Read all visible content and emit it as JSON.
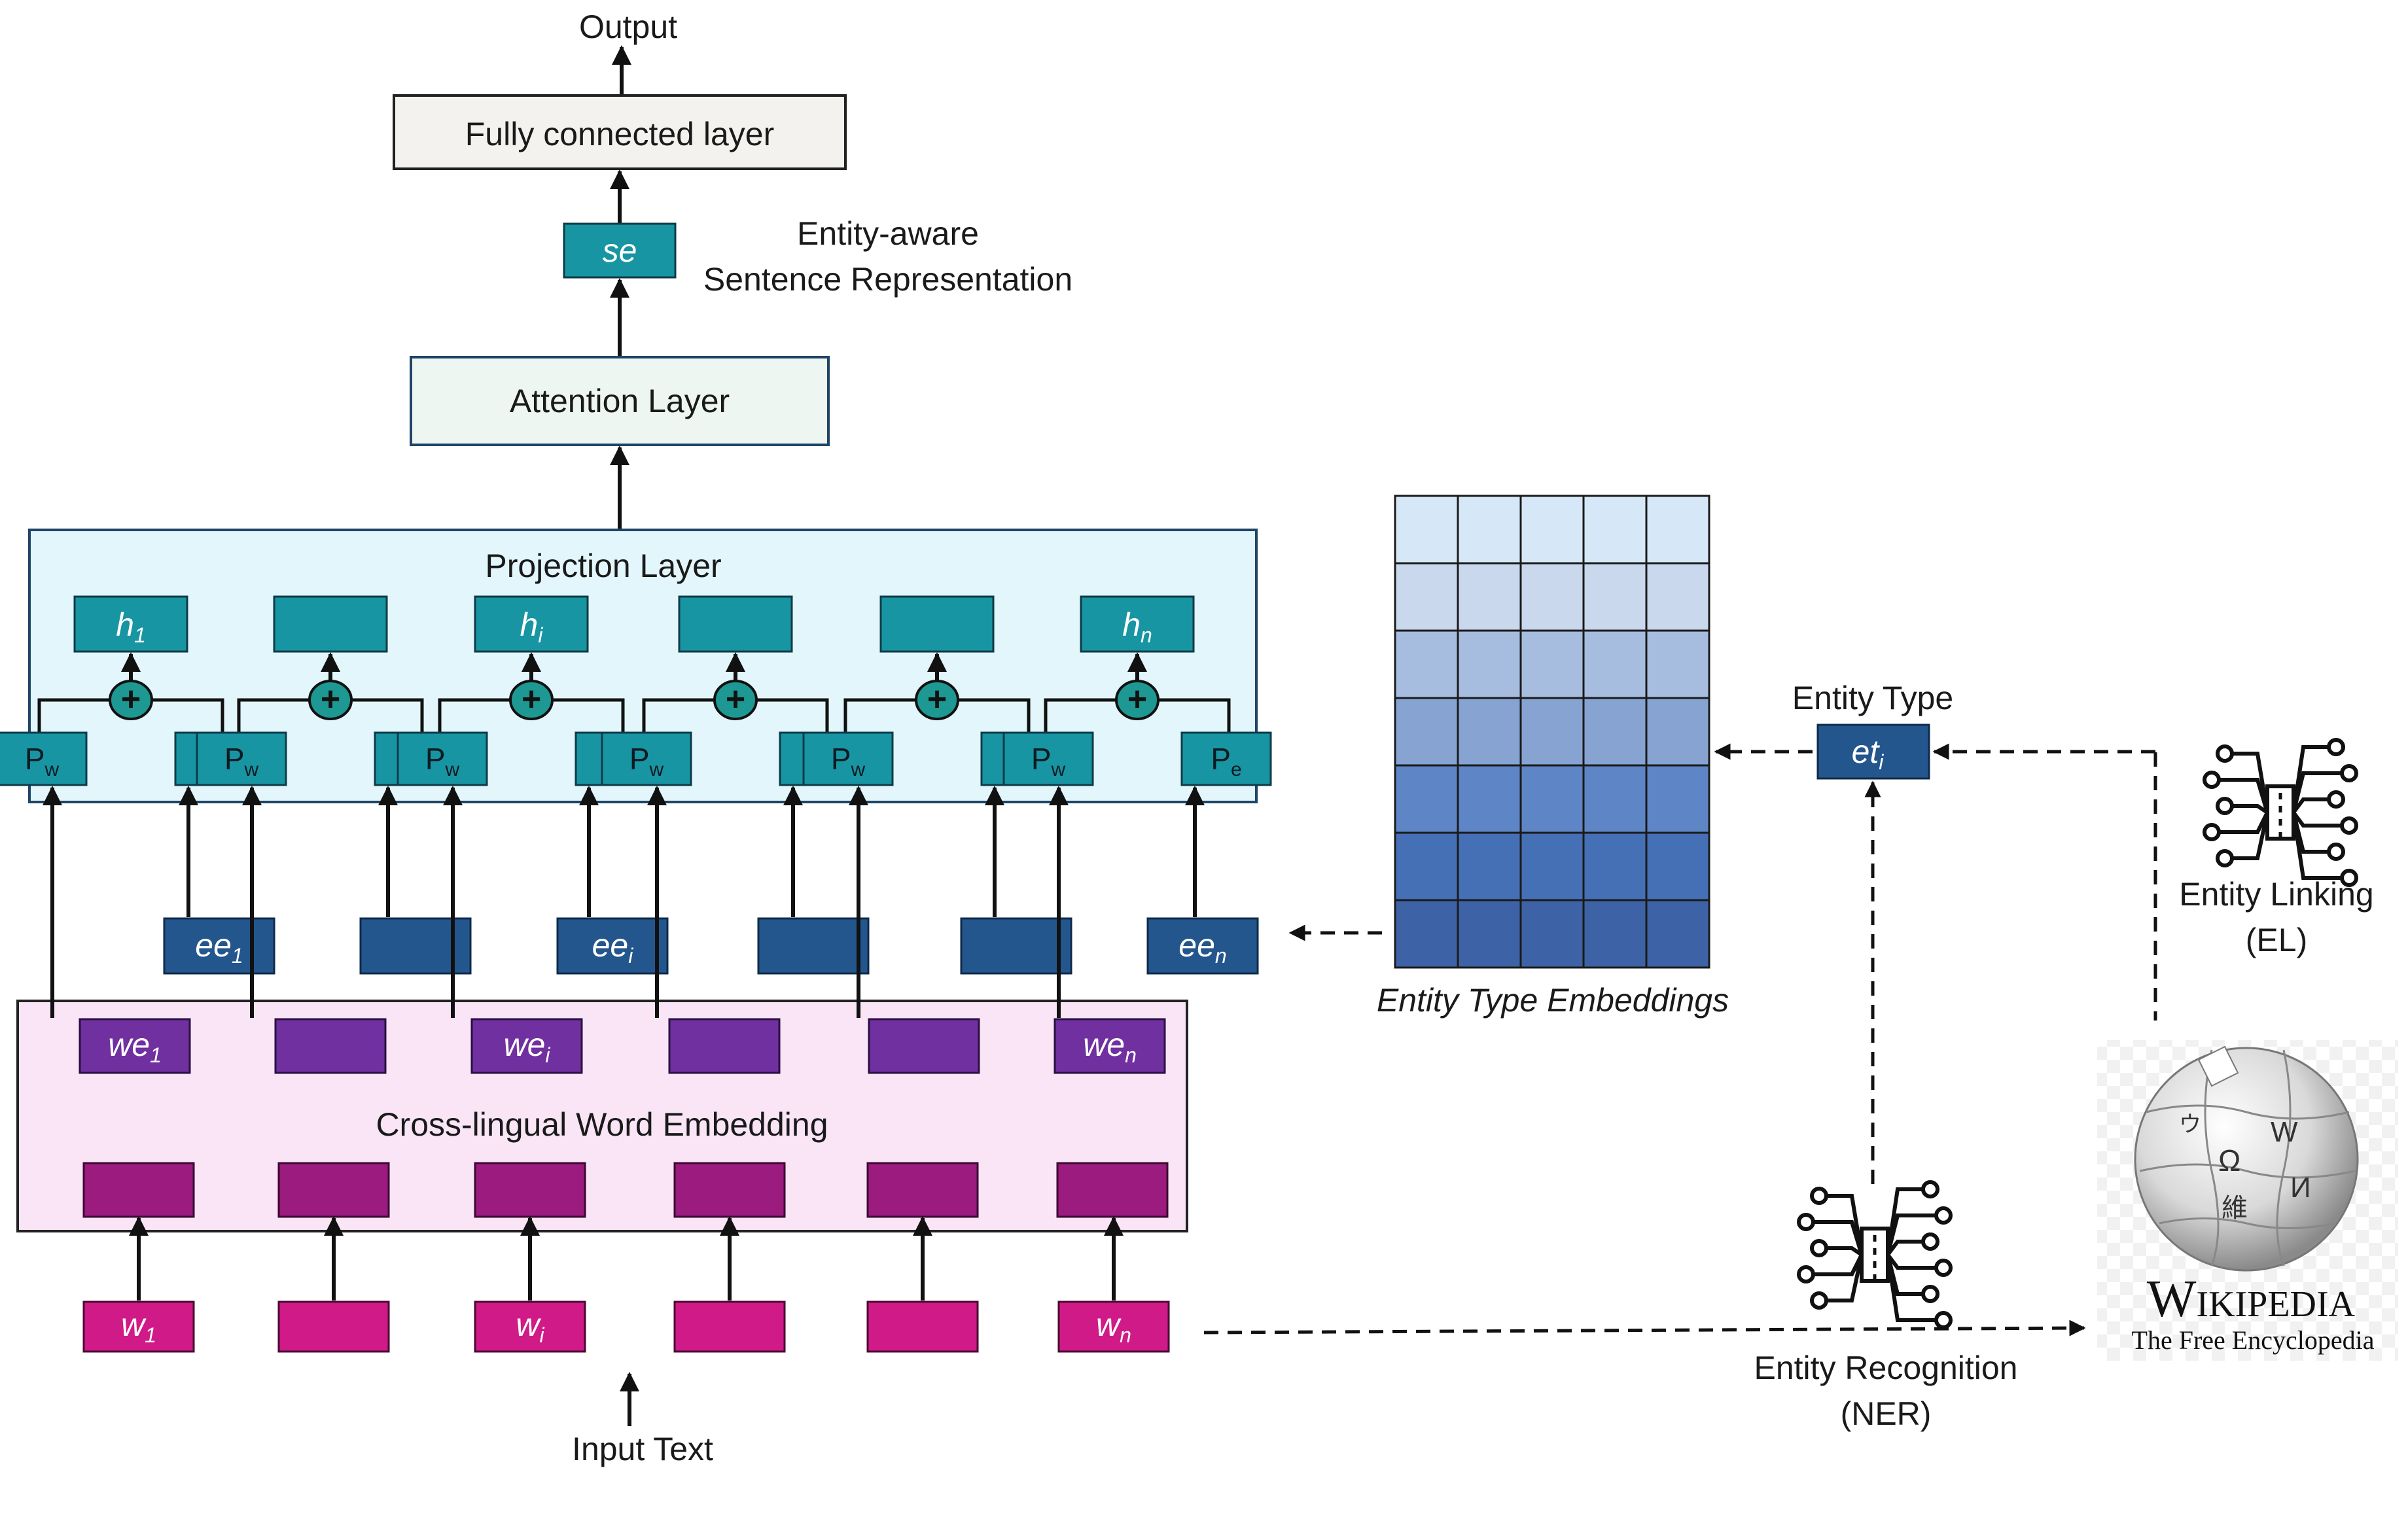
{
  "labels": {
    "output": "Output",
    "fully_connected": "Fully connected layer",
    "se": "se",
    "entity_aware_1": "Entity-aware",
    "entity_aware_2": "Sentence Representation",
    "attention": "Attention Layer",
    "projection": "Projection Layer",
    "cross_lingual": "Cross-lingual Word Embedding",
    "input_text": "Input Text",
    "entity_type": "Entity Type",
    "entity_type_embeddings": "Entity Type Embeddings",
    "entity_linking_1": "Entity Linking",
    "entity_linking_2": "(EL)",
    "entity_recognition_1": "Entity Recognition",
    "entity_recognition_2": "(NER)",
    "wikipedia_title": "Wikipedia",
    "wikipedia_subtitle": "The Free Encyclopedia",
    "plus": "+"
  },
  "symbols": {
    "h": "h",
    "ee": "ee",
    "we": "we",
    "w": "w",
    "et": "et",
    "sub_1": "1",
    "sub_i": "i",
    "sub_n": "n",
    "P": "P",
    "sub_w": "w",
    "sub_e": "e"
  },
  "colors": {
    "teal_box": "#1895a3",
    "dark_blue_box": "#24568e",
    "purple_box": "#7030a0",
    "magenta_dark_box": "#9b1b7e",
    "magenta_box": "#d01a88",
    "projection_bg": "#e2f6fb",
    "cross_lingual_bg": "#f9e5f6",
    "attention_bg": "#eef6f1",
    "fc_bg": "#f4f2ee",
    "plus_fill": "#1d9892",
    "embedding_rows": [
      "#d6e8f7",
      "#c9d8ec",
      "#a7bddf",
      "#86a3d2",
      "#5e85c5",
      "#4670b6",
      "#3d63a6"
    ]
  },
  "icons": [
    "neural-network-icon",
    "wikipedia-globe-icon"
  ]
}
